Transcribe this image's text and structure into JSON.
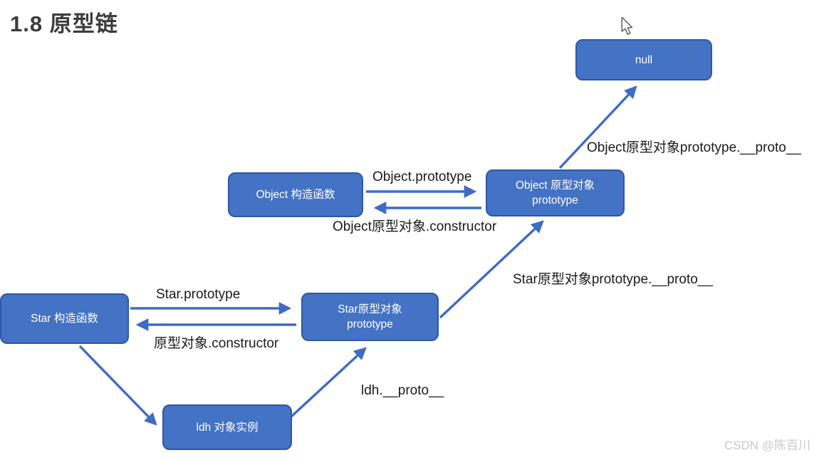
{
  "title": "1.8 原型链",
  "watermark": "CSDN @陈百川",
  "nodes": {
    "null_box": {
      "label": "null"
    },
    "object_constructor": {
      "label": "Object 构造函数"
    },
    "object_prototype": {
      "line1": "Object 原型对象",
      "line2": "prototype"
    },
    "star_constructor": {
      "label": "Star 构造函数"
    },
    "star_prototype": {
      "line1": "Star原型对象",
      "line2": "prototype"
    },
    "ldh_instance": {
      "label": "ldh 对象实例"
    }
  },
  "edge_labels": {
    "object_prototype": "Object.prototype",
    "object_constructor_back": "Object原型对象.constructor",
    "object_proto_chain": "Object原型对象prototype.__proto__",
    "star_proto_chain": "Star原型对象prototype.__proto__",
    "star_prototype": "Star.prototype",
    "star_constructor_back": "原型对象.constructor",
    "ldh_proto": "ldh.__proto__"
  },
  "colors": {
    "box_fill": "#4472c4",
    "box_border": "#2e58a6",
    "arrow": "#3e6bc5",
    "box_text": "#ffffff",
    "label_text": "#1b1b1b",
    "title_text": "#3c3c3c",
    "watermark_text": "#c9c9c9"
  }
}
